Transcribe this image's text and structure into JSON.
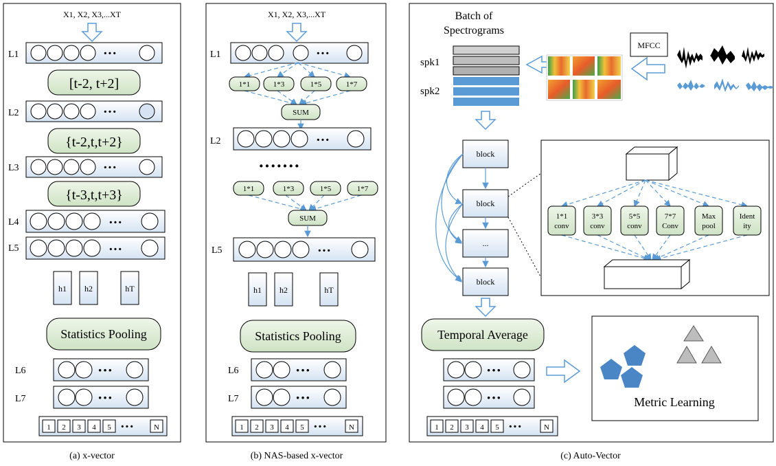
{
  "panels": {
    "a": {
      "caption": "(a) x-vector",
      "input_label": "X1, X2, X3,...XT",
      "layer_labels": [
        "L1",
        "L2",
        "L3",
        "L4",
        "L5",
        "L6",
        "L7"
      ],
      "contexts": [
        "[t-2, t+2]",
        "{t-2,t,t+2}",
        "{t-3,t,t+3}"
      ],
      "frame_labels": [
        "h1",
        "h2",
        "hT"
      ],
      "pooling": "Statistics Pooling",
      "output_cells": [
        "1",
        "2",
        "3",
        "4",
        "5",
        "N"
      ]
    },
    "b": {
      "caption": "(b) NAS-based  x-vector",
      "input_label": "X1, X2, X3,...XT",
      "layer_labels": [
        "L1",
        "L2",
        "L5",
        "L6",
        "L7"
      ],
      "ops": [
        "1*1",
        "1*3",
        "1*5",
        "1*7"
      ],
      "sum_label": "SUM",
      "frame_labels": [
        "h1",
        "h2",
        "hT"
      ],
      "pooling": "Statistics Pooling",
      "output_cells": [
        "1",
        "2",
        "3",
        "4",
        "5",
        "N"
      ]
    },
    "c": {
      "caption": "(c) Auto-Vector",
      "batch_title_line1": "Batch of",
      "batch_title_line2": "Spectrograms",
      "speakers": [
        "spk1",
        "spk2"
      ],
      "mfcc_label": "MFCC",
      "block_labels": [
        "block",
        "block",
        "...",
        "block"
      ],
      "cell_ops": [
        {
          "line1": "1*1",
          "line2": "conv"
        },
        {
          "line1": "3*3",
          "line2": "conv"
        },
        {
          "line1": "5*5",
          "line2": "conv"
        },
        {
          "line1": "7*7",
          "line2": "Conv"
        },
        {
          "line1": "Max",
          "line2": "pool"
        },
        {
          "line1": "Ident",
          "line2": "ity"
        }
      ],
      "temporal": "Temporal Average",
      "metric": "Metric Learning",
      "output_cells": [
        "1",
        "2",
        "3",
        "4",
        "5",
        "N"
      ]
    }
  },
  "colors": {
    "green_fill": "#d9ead3",
    "blue_fill": "#e6eef8",
    "arrow_blue": "#5b9bd5",
    "spk2_blue": "#5b9bd5",
    "spk1_gray": "#bfbfbf",
    "pentagon_blue": "#4a86c5",
    "triangle_gray": "#bdbdbd"
  }
}
